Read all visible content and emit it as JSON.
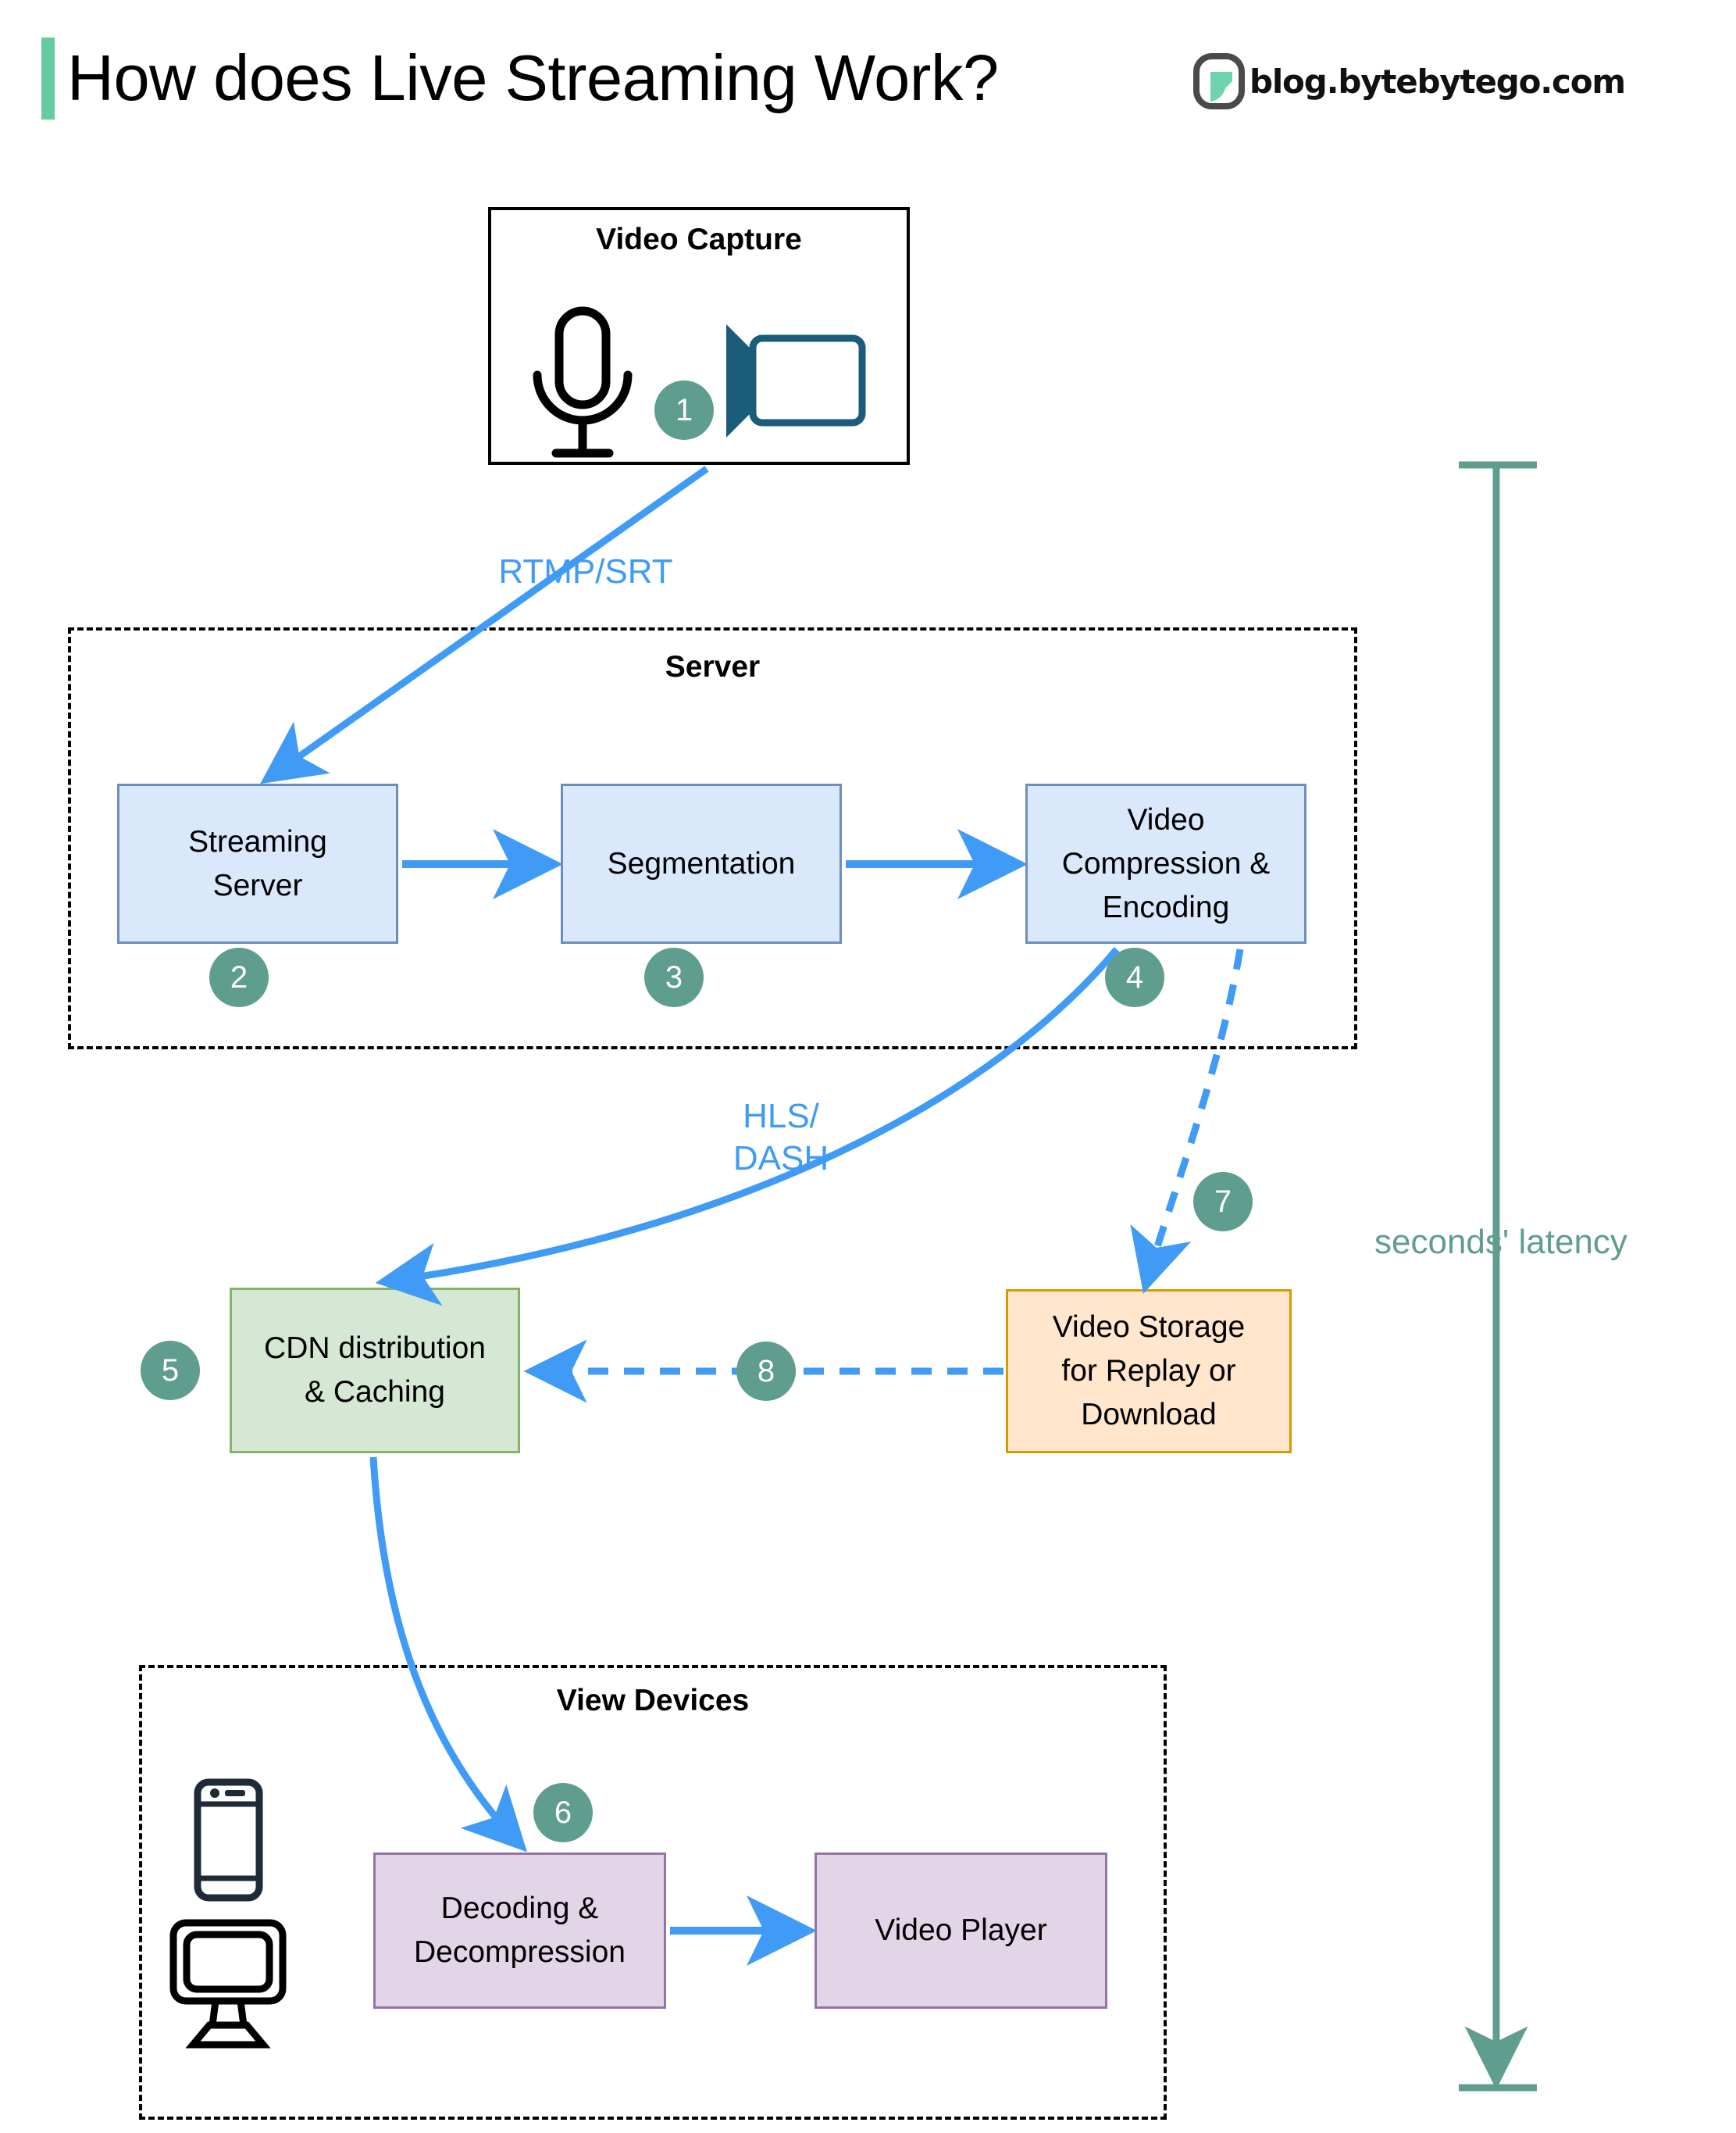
{
  "header": {
    "title": "How does Live Streaming Work?",
    "brand_text": "blog.bytebytego.com",
    "accent_color": "#66cc9f"
  },
  "groups": {
    "capture": {
      "title": "Video Capture"
    },
    "server": {
      "title": "Server"
    },
    "view_devices": {
      "title": "View Devices"
    }
  },
  "nodes": {
    "streaming_server": {
      "label": "Streaming\nServer",
      "fill": "#dae8fc",
      "stroke": "#6c8ebf"
    },
    "segmentation": {
      "label": "Segmentation",
      "fill": "#dae8fc",
      "stroke": "#6c8ebf"
    },
    "compression": {
      "label": "Video\nCompression &\nEncoding",
      "fill": "#dae8fc",
      "stroke": "#6c8ebf"
    },
    "cdn": {
      "label": "CDN distribution\n& Caching",
      "fill": "#d5e8d4",
      "stroke": "#82b366"
    },
    "storage": {
      "label": "Video Storage\nfor Replay or\nDownload",
      "fill": "#ffe6cc",
      "stroke": "#d79b00"
    },
    "decoding": {
      "label": "Decoding &\nDecompression",
      "fill": "#e1d5e7",
      "stroke": "#9673a6"
    },
    "player": {
      "label": "Video Player",
      "fill": "#e1d5e7",
      "stroke": "#9673a6"
    }
  },
  "badges": {
    "b1": "1",
    "b2": "2",
    "b3": "3",
    "b4": "4",
    "b5": "5",
    "b6": "6",
    "b7": "7",
    "b8": "8",
    "color": "#5f9e8f"
  },
  "edges": {
    "rtmp_srt": "RTMP/SRT",
    "hls_dash": "HLS/\nDASH",
    "arrow_color": "#3f9bf5"
  },
  "latency": {
    "label": "seconds' latency",
    "color": "#5f9e8f"
  },
  "icons": {
    "microphone": "microphone-icon",
    "video_camera": "video-camera-icon",
    "phone": "phone-icon",
    "monitor": "monitor-icon",
    "logo": "bytebytego-logo-icon"
  }
}
